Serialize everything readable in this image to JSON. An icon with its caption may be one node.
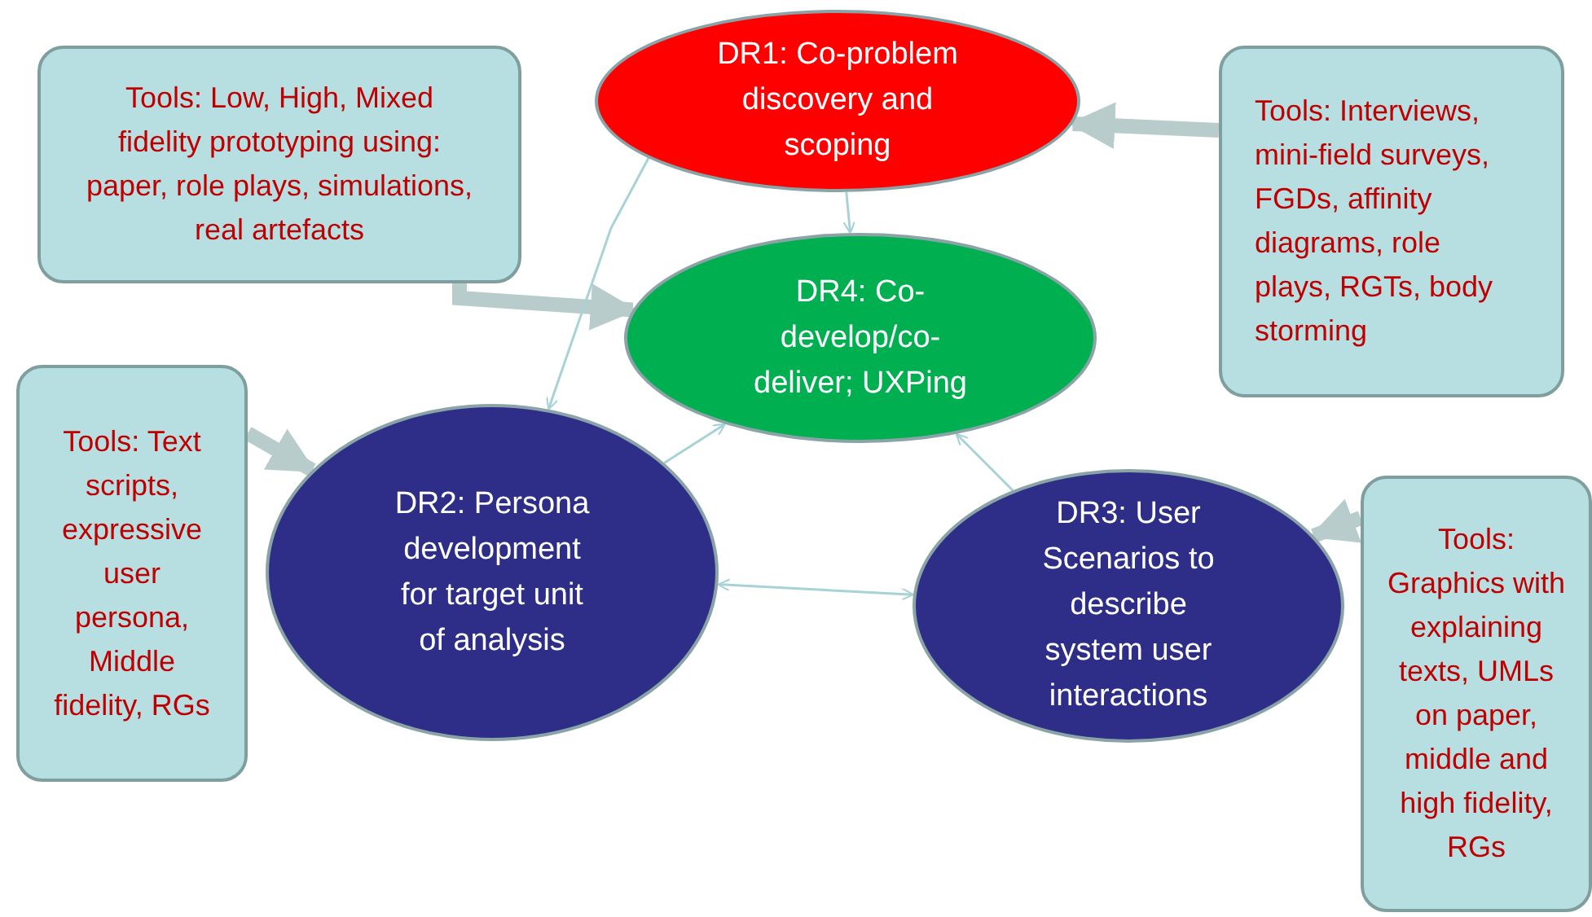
{
  "diagram": {
    "nodes": [
      {
        "text": [
          "DR1: Co-problem discovery and scoping"
        ]
      },
      {
        "text": [
          "DR4: Co-develop/co-deliver; UXPing"
        ]
      },
      {
        "text": [
          "DR2: Persona development for target unit of analysis"
        ]
      },
      {
        "text": [
          "DR3: User Scenarios to describe system user interactions"
        ]
      },
      {
        "text": [
          "Tools: Low, High, Mixed fidelity prototyping using: paper, role plays, simulations, real artefacts"
        ]
      },
      {
        "text": [
          "Tools: Interviews, mini-field surveys, FGDs, affinity diagrams, role plays, RGTs, body storming"
        ]
      },
      {
        "text": [
          "Tools: Text scripts, expressive user persona, Middle fidelity, RGs"
        ]
      },
      {
        "text": [
          "Tools: Graphics with explaining texts, UMLs on paper, middle and high fidelity, RGs"
        ]
      }
    ],
    "edges": [
      {
        "from": 4,
        "to": 1,
        "arrow": "to",
        "style": "thick",
        "color": "#b9cccc"
      },
      {
        "from": 5,
        "to": 0,
        "arrow": "to",
        "style": "thick",
        "color": "#b9cccc"
      },
      {
        "from": 6,
        "to": 2,
        "arrow": "to",
        "style": "thick",
        "color": "#b9cccc"
      },
      {
        "from": 7,
        "to": 3,
        "arrow": "to",
        "style": "thick",
        "color": "#b9cccc"
      },
      {
        "from": 0,
        "to": 1,
        "arrow": "to"
      },
      {
        "from": 0,
        "to": 2,
        "arrow": "to"
      },
      {
        "from": 2,
        "to": 1,
        "arrow": "to"
      },
      {
        "from": 3,
        "to": 1,
        "arrow": "to"
      },
      {
        "from": 2,
        "to": 3,
        "arrow": "both"
      }
    ]
  }
}
